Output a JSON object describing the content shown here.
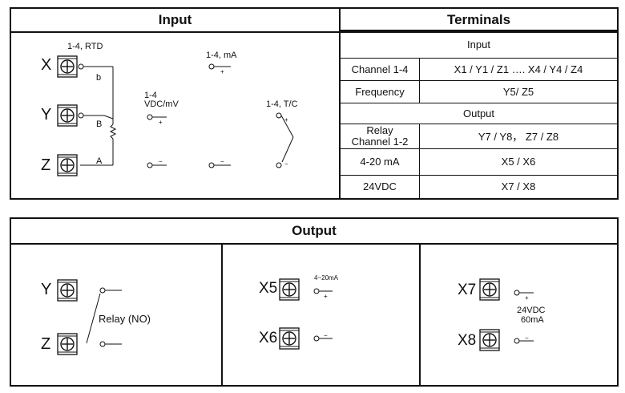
{
  "input": {
    "title": "Input",
    "terminals": [
      "X",
      "Y",
      "Z"
    ],
    "rtd_label": "1-4, RTD",
    "rtd_b_lower": "b",
    "rtd_b_upper": "B",
    "rtd_a": "A",
    "ma_label": "1-4, mA",
    "vdc_label_1": "1-4",
    "vdc_label_2": "VDC/mV",
    "tc_label": "1-4, T/C",
    "plus": "+",
    "minus": "−"
  },
  "terminals": {
    "title": "Terminals",
    "input_header": "Input",
    "output_header": "Output",
    "input_rows": [
      {
        "name": "Channel 1-4",
        "value": "X1 / Y1 / Z1 …. X4 / Y4 / Z4"
      },
      {
        "name": "Frequency",
        "value": "Y5/ Z5"
      }
    ],
    "output_rows": [
      {
        "name_1": "Relay",
        "name_2": "Channel 1-2",
        "value": "Y7 / Y8， Z7 / Z8"
      },
      {
        "name": "4-20 mA",
        "value": "X5 / X6"
      },
      {
        "name": "24VDC",
        "value": "X7 / X8"
      }
    ]
  },
  "output": {
    "title": "Output",
    "relay": {
      "terminals": [
        "Y",
        "Z"
      ],
      "label": "Relay (NO)"
    },
    "current": {
      "terminals": [
        "X5",
        "X6"
      ],
      "label": "4~20mA"
    },
    "supply": {
      "terminals": [
        "X7",
        "X8"
      ],
      "label_1": "24VDC",
      "label_2": "60mA"
    }
  }
}
